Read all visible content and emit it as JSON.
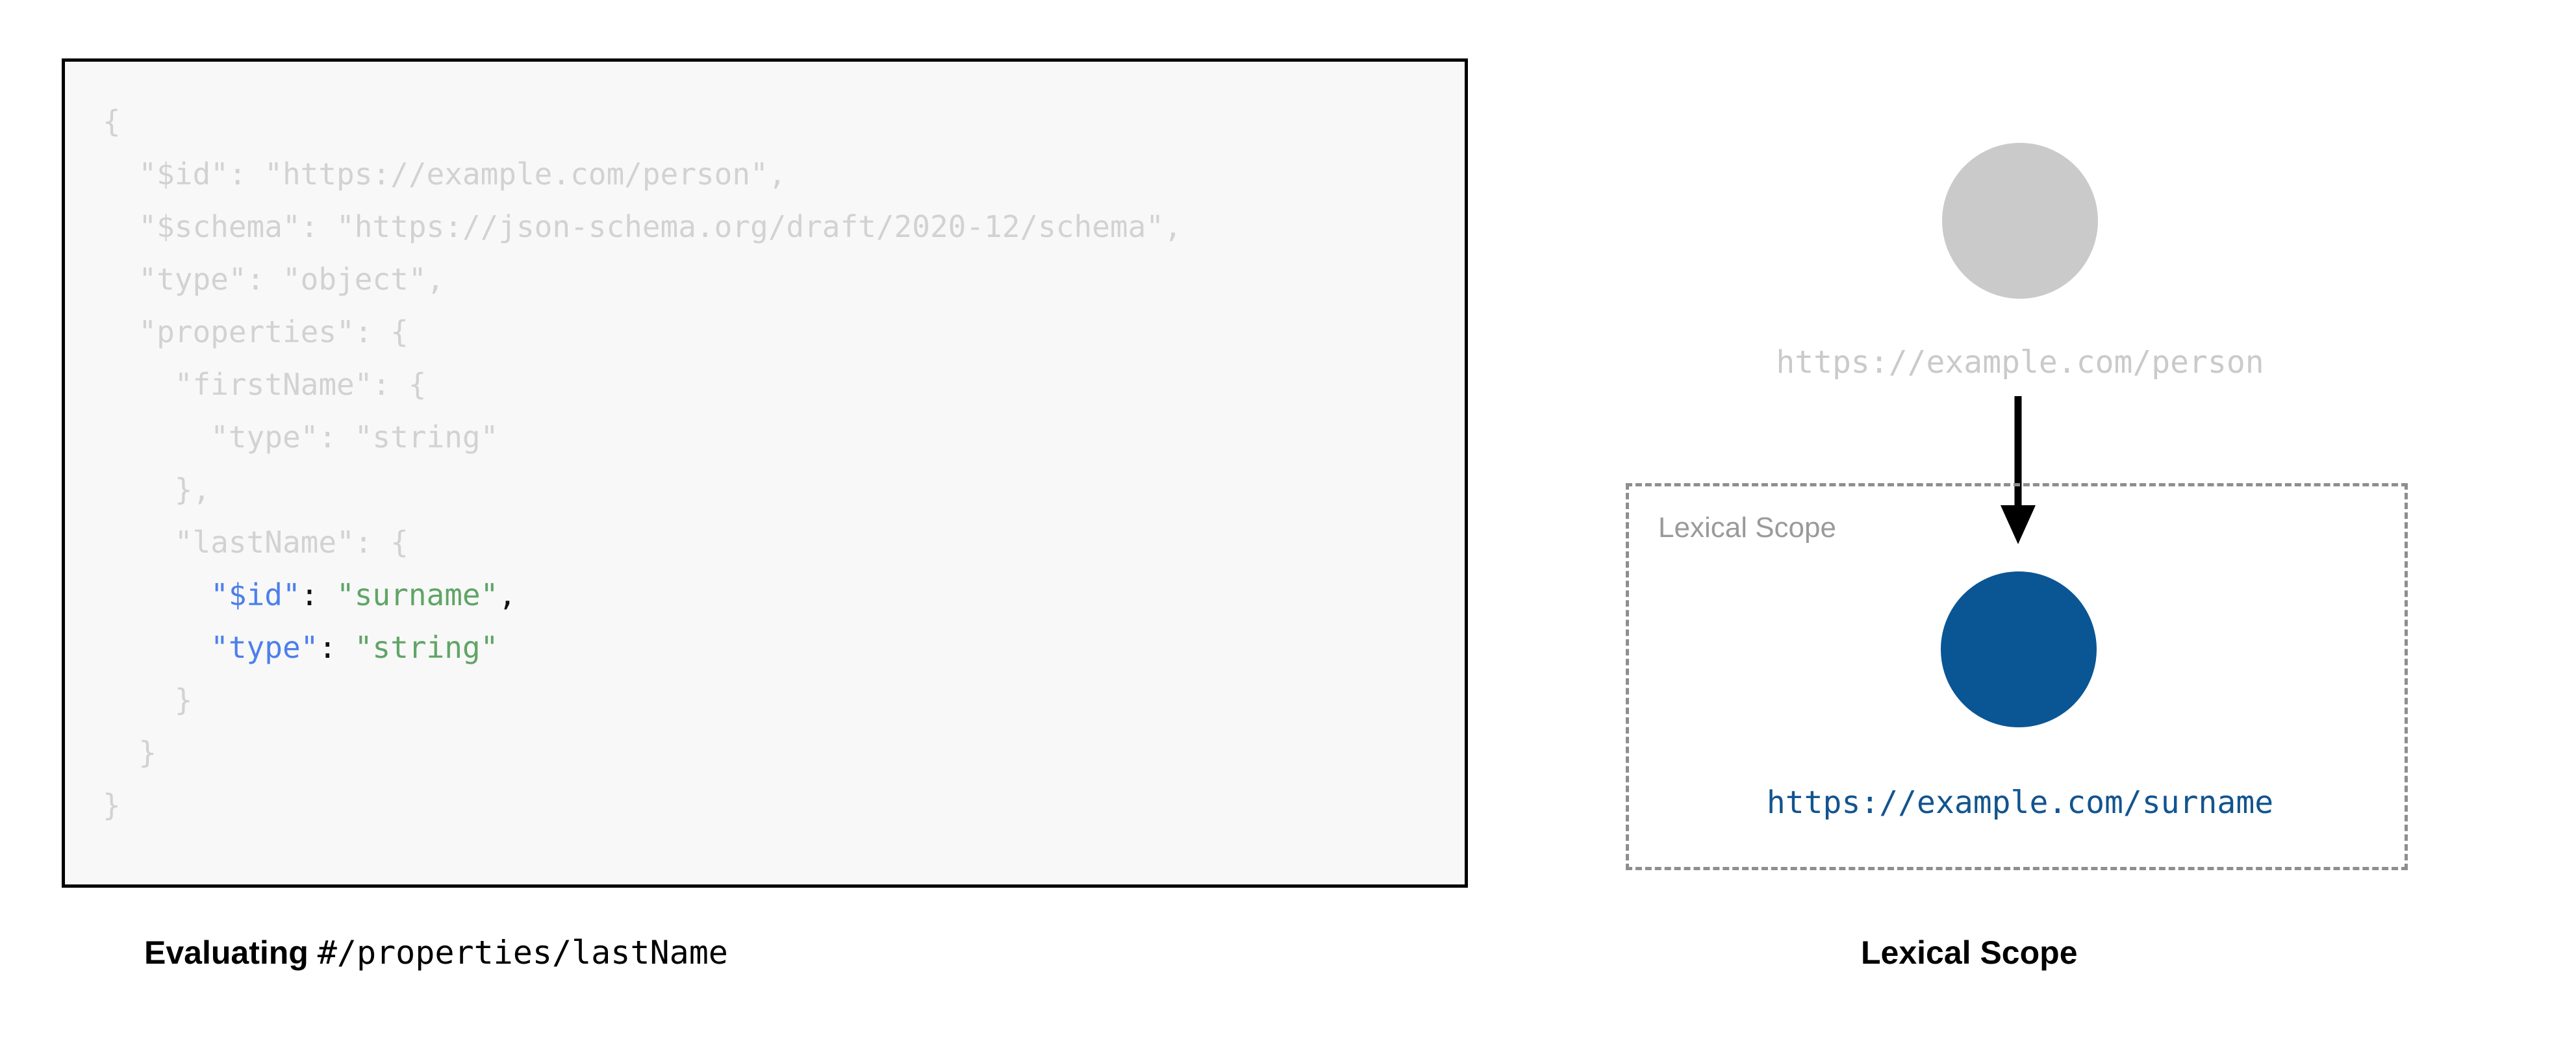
{
  "code_panel": {
    "language": "json",
    "lines": [
      {
        "indent": 0,
        "highlighted": false,
        "tokens": [
          {
            "type": "p",
            "text": "{"
          }
        ]
      },
      {
        "indent": 1,
        "highlighted": false,
        "tokens": [
          {
            "type": "k",
            "text": "\"$id\""
          },
          {
            "type": "p",
            "text": ": "
          },
          {
            "type": "s",
            "text": "\"https://example.com/person\""
          },
          {
            "type": "p",
            "text": ","
          }
        ]
      },
      {
        "indent": 1,
        "highlighted": false,
        "tokens": [
          {
            "type": "k",
            "text": "\"$schema\""
          },
          {
            "type": "p",
            "text": ": "
          },
          {
            "type": "s",
            "text": "\"https://json-schema.org/draft/2020-12/schema\""
          },
          {
            "type": "p",
            "text": ","
          }
        ]
      },
      {
        "indent": 1,
        "highlighted": false,
        "tokens": [
          {
            "type": "k",
            "text": "\"type\""
          },
          {
            "type": "p",
            "text": ": "
          },
          {
            "type": "s",
            "text": "\"object\""
          },
          {
            "type": "p",
            "text": ","
          }
        ]
      },
      {
        "indent": 1,
        "highlighted": false,
        "tokens": [
          {
            "type": "k",
            "text": "\"properties\""
          },
          {
            "type": "p",
            "text": ": {"
          }
        ]
      },
      {
        "indent": 2,
        "highlighted": false,
        "tokens": [
          {
            "type": "k",
            "text": "\"firstName\""
          },
          {
            "type": "p",
            "text": ": {"
          }
        ]
      },
      {
        "indent": 3,
        "highlighted": false,
        "tokens": [
          {
            "type": "k",
            "text": "\"type\""
          },
          {
            "type": "p",
            "text": ": "
          },
          {
            "type": "s",
            "text": "\"string\""
          }
        ]
      },
      {
        "indent": 2,
        "highlighted": false,
        "tokens": [
          {
            "type": "p",
            "text": "},"
          }
        ]
      },
      {
        "indent": 2,
        "highlighted": false,
        "tokens": [
          {
            "type": "k",
            "text": "\"lastName\""
          },
          {
            "type": "p",
            "text": ": {"
          }
        ]
      },
      {
        "indent": 3,
        "highlighted": true,
        "tokens": [
          {
            "type": "k",
            "text": "\"$id\""
          },
          {
            "type": "p",
            "text": ": "
          },
          {
            "type": "s",
            "text": "\"surname\""
          },
          {
            "type": "p",
            "text": ","
          }
        ]
      },
      {
        "indent": 3,
        "highlighted": true,
        "tokens": [
          {
            "type": "k",
            "text": "\"type\""
          },
          {
            "type": "p",
            "text": ": "
          },
          {
            "type": "s",
            "text": "\"string\""
          }
        ]
      },
      {
        "indent": 2,
        "highlighted": false,
        "tokens": [
          {
            "type": "p",
            "text": "}"
          }
        ]
      },
      {
        "indent": 1,
        "highlighted": false,
        "tokens": [
          {
            "type": "p",
            "text": "}"
          }
        ]
      },
      {
        "indent": 0,
        "highlighted": false,
        "tokens": [
          {
            "type": "p",
            "text": "}"
          }
        ]
      }
    ]
  },
  "captions": {
    "left_bold": "Evaluating",
    "left_mono": "#/properties/lastName",
    "right": "Lexical Scope"
  },
  "diagram": {
    "parent_node": {
      "label": "https://example.com/person",
      "color": "#cacaca"
    },
    "child_node": {
      "label": "https://example.com/surname",
      "color": "#0a5694",
      "label_color": "#12548f"
    },
    "scope_box": {
      "label": "Lexical Scope",
      "border_color": "#8e8e8e",
      "border_style": "dashed"
    },
    "arrow": {
      "direction": "down",
      "color": "#000000"
    }
  },
  "colors": {
    "code_dim": "#d2d2d2",
    "code_key": "#4d7fec",
    "code_string": "#5fa566",
    "code_punct": "#111111",
    "panel_border": "#000000",
    "panel_background": "#f8f8f8",
    "page_background": "#ffffff"
  }
}
